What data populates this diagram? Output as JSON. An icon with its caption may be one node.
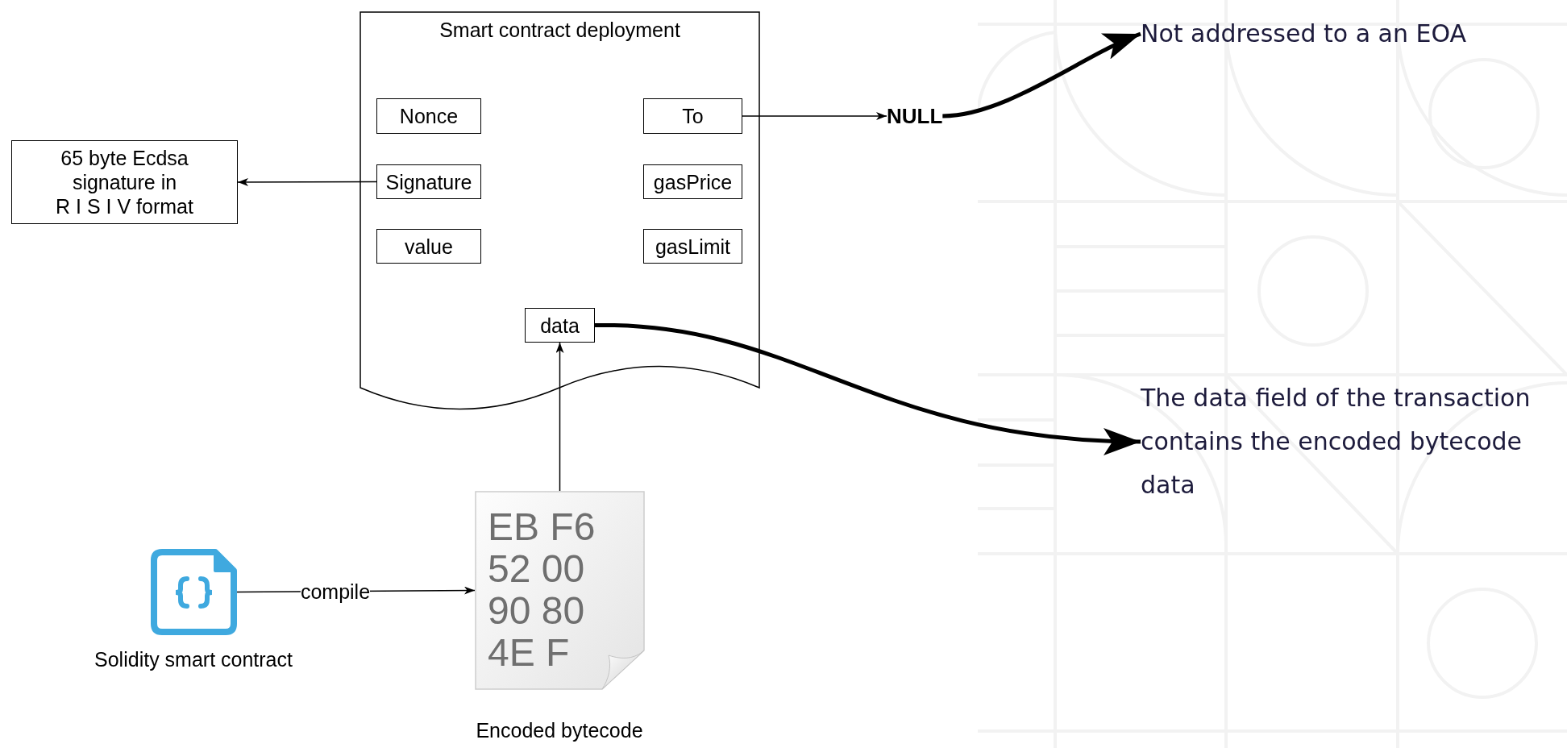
{
  "diagram": {
    "nodes": [
      {
        "text": [
          "Smart contract deployment"
        ]
      },
      {
        "text": [
          "Nonce"
        ],
        "in": 0
      },
      {
        "text": [
          "To"
        ],
        "in": 0
      },
      {
        "text": [
          "Signature"
        ],
        "in": 0
      },
      {
        "text": [
          "gasPrice"
        ],
        "in": 0
      },
      {
        "text": [
          "value"
        ],
        "in": 0
      },
      {
        "text": [
          "gasLimit"
        ],
        "in": 0
      },
      {
        "text": [
          "data"
        ],
        "in": 0
      },
      {
        "text": [
          "65 byte Ecdsa signature in R I S I V format"
        ]
      },
      {
        "text": [
          "NULL"
        ]
      },
      {
        "text": [
          "Not addressed to a an EOA"
        ]
      },
      {
        "text": [
          "The data field of the transaction contains the encoded bytecode data"
        ]
      },
      {
        "text": [],
        "shape": "picture",
        "beside": [
          "Solidity smart contract"
        ]
      },
      {
        "text": [
          "EB F6 52 00 90 80 4E F"
        ],
        "beside": [
          "Encoded bytecode"
        ]
      }
    ],
    "edges": [
      {
        "from": 3,
        "to": 8,
        "arrow": "to"
      },
      {
        "from": 2,
        "to": 9,
        "arrow": "to"
      },
      {
        "from": 9,
        "to": 10,
        "arrow": "to",
        "style": "thick"
      },
      {
        "from": 7,
        "to": 11,
        "arrow": "to",
        "style": "thick"
      },
      {
        "from": 12,
        "to": 13,
        "arrow": "to",
        "label": "compile"
      },
      {
        "from": 13,
        "to": 7,
        "arrow": "to"
      }
    ]
  }
}
